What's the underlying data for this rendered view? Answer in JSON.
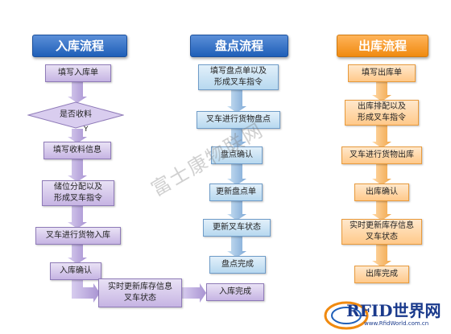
{
  "columns": {
    "inbound": {
      "title": "入库流程",
      "steps": [
        "填写入库单",
        "是否收料",
        "填写收料信息",
        "储位分配以及\n形成叉车指令",
        "叉车进行货物入库",
        "入库确认",
        "实时更新库存信息\n叉车状态",
        "入库完成"
      ],
      "decision_yes_label": "Y"
    },
    "inventory": {
      "title": "盘点流程",
      "steps": [
        "填写盘点单以及\n形成叉车指令",
        "叉车进行货物盘点",
        "盘点确认",
        "更新盘点单",
        "更新叉车状态",
        "盘点完成"
      ]
    },
    "outbound": {
      "title": "出库流程",
      "steps": [
        "填写出库单",
        "出库排配以及\n形成叉车指令",
        "叉车进行货物出库",
        "出库确认",
        "实时更新库存信息\n叉车状态",
        "出库完成"
      ]
    }
  },
  "watermark": "富士康物联网",
  "logo": {
    "text": "RFID世界网",
    "url": "www.RfidWorld.com.cn"
  },
  "colors": {
    "header_blue": "#1f5fb8",
    "header_orange": "#f08a10",
    "purple_box": "#c6b4e3",
    "blue_box": "#b7d8ef",
    "orange_box": "#ffc98a",
    "purple_arrow": "#b9a5dc",
    "blue_arrow": "#8fb6dc",
    "orange_arrow": "#f5b971"
  }
}
